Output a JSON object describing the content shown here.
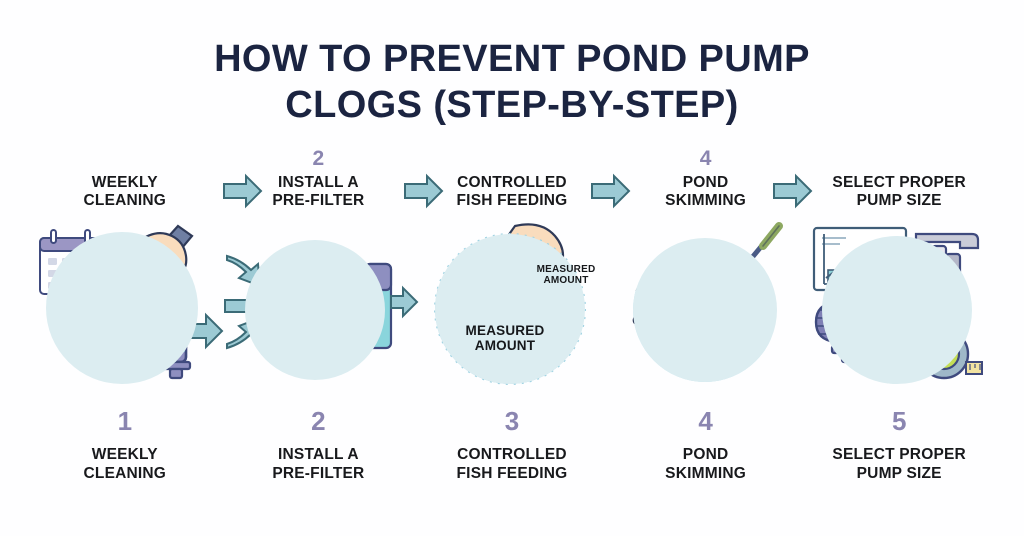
{
  "title": {
    "line1": "HOW TO PREVENT POND PUMP",
    "line2": "CLOGS (STEP-BY-STEP)"
  },
  "colors": {
    "background": "#fefeff",
    "title_navy": "#1b2441",
    "step_number_purple": "#8a85b0",
    "label_dark": "#18191c",
    "blob_cyan": "#dcedf1",
    "arrow_teal": "#7aa9b8",
    "water_blue": "#b9e2ee",
    "pump_purple": "#7f7fb0",
    "pump_teal": "#8fd2d8",
    "sponge_green": "#b9c96e",
    "skin": "#f6d7b8",
    "check_green": "#b5d44a"
  },
  "steps": [
    {
      "number": "1",
      "top_number": "",
      "top_label": "WEEKLY\nCLEANING",
      "icon": "pump-brush-calendar-icon"
    },
    {
      "number": "2",
      "top_number": "2",
      "top_label": "INSTALL A\nPRE-FILTER",
      "icon": "sponge-prefilter-icon"
    },
    {
      "number": "3",
      "top_number": "",
      "top_label": "CONTROLLED\nFISH FEEDING",
      "icon": "hand-feeding-water-icon",
      "art_labels": {
        "callout": "MEASURED\nAMOUNT",
        "underwater": "MEASURED\nAMOUNT"
      }
    },
    {
      "number": "4",
      "top_number": "4",
      "top_label": "POND\nSKIMMING",
      "icon": "skimmer-net-icon"
    },
    {
      "number": "5",
      "top_number": "",
      "top_label": "SELECT PROPER\nPUMP SIZE",
      "icon": "pump-sizing-chart-icon"
    }
  ],
  "legend": [
    {
      "number": "1",
      "label": "WEEKLY\nCLEANING"
    },
    {
      "number": "2",
      "label": "INSTALL A\nPRE-FILTER"
    },
    {
      "number": "3",
      "label": "CONTROLLED\nFISH FEEDING"
    },
    {
      "number": "4",
      "label": "POND\nSKIMMING"
    },
    {
      "number": "5",
      "label": "SELECT PROPER\nPUMP SIZE"
    }
  ],
  "connectors": [
    {
      "name": "arrow-step1-to-step2"
    },
    {
      "name": "arrow-step2-to-step3"
    },
    {
      "name": "arrow-step3-to-step4"
    },
    {
      "name": "arrow-step4-to-step5"
    }
  ]
}
